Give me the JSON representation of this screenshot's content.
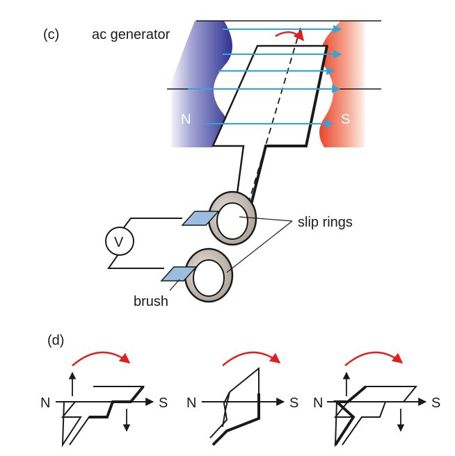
{
  "panel_c": {
    "tag": "(c)",
    "title": "ac generator",
    "pole_north": "N",
    "pole_south": "S",
    "meter_symbol": "V",
    "label_slip_rings": "slip rings",
    "label_brush": "brush",
    "colors": {
      "north": "#3d3f9c",
      "south": "#ee5538",
      "field": "#29a8e0",
      "rotation": "#e02020",
      "brush": "#9bbde0",
      "ring": "#c9bfb6"
    }
  },
  "panel_d": {
    "tag": "(d)",
    "views": [
      {
        "north": "N",
        "south": "S"
      },
      {
        "north": "N",
        "south": "S"
      },
      {
        "north": "N",
        "south": "S"
      }
    ]
  }
}
